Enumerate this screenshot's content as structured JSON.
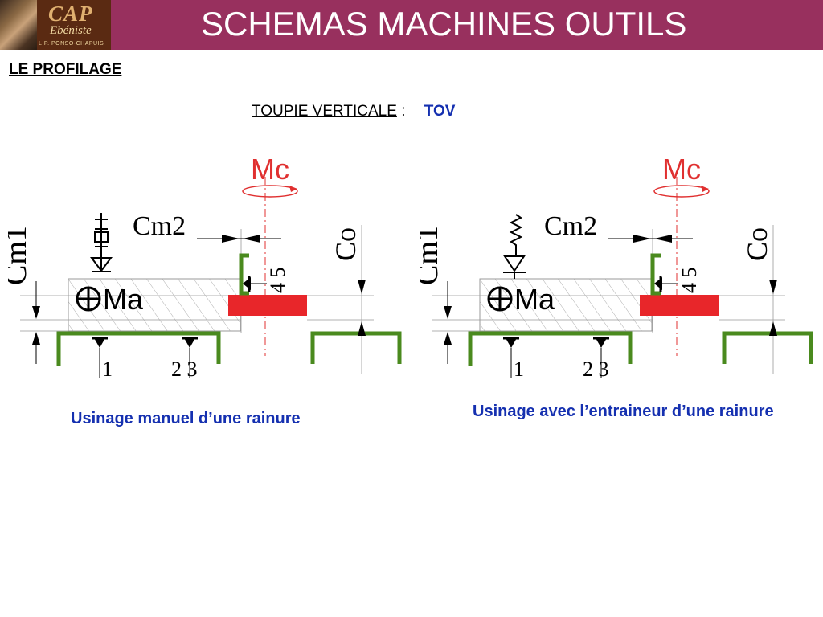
{
  "header": {
    "title": "SCHEMAS MACHINES OUTILS",
    "logo": {
      "cap": "CAP",
      "ebeniste": "Ebéniste",
      "school": "L.P. PONSO-CHAPUIS"
    }
  },
  "section_title": "LE PROFILAGE",
  "subtitle": {
    "label": "TOUPIE VERTICALE",
    "separator": ":",
    "abbr": "TOV"
  },
  "diagram_labels": {
    "mc": "Mc",
    "cm1": "Cm1",
    "cm2": "Cm2",
    "co": "Co",
    "ma": "Ma",
    "n1": "1",
    "n23": "2 3",
    "n45": "4 5"
  },
  "diagrams": [
    {
      "id": "manual",
      "caption": "Usinage manuel d’une rainure"
    },
    {
      "id": "feeder",
      "caption": "Usinage avec l’entraineur d’une rainure"
    }
  ],
  "colors": {
    "header": "#98305e",
    "caption": "#1530b0",
    "tool": "#e8262a",
    "fence": "#4a8a1e",
    "axis": "#e03030"
  }
}
